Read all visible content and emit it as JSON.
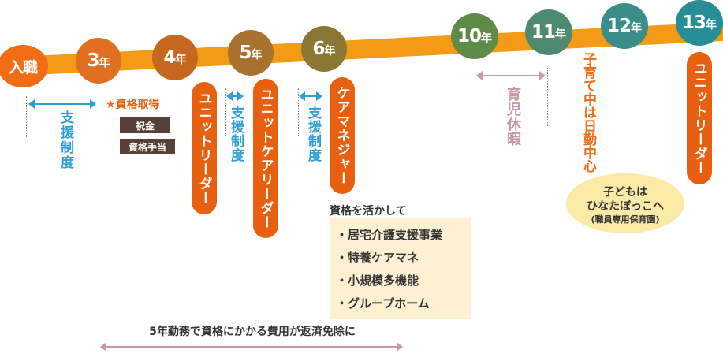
{
  "milestones": [
    {
      "num": "",
      "unit": "",
      "full": "入職",
      "color": "#f06c15"
    },
    {
      "num": "3",
      "unit": "年",
      "full": "",
      "color": "#e0701f"
    },
    {
      "num": "4",
      "unit": "年",
      "full": "",
      "color": "#c5671f"
    },
    {
      "num": "5",
      "unit": "年",
      "full": "",
      "color": "#a9712e"
    },
    {
      "num": "6",
      "unit": "年",
      "full": "",
      "color": "#8a7733"
    },
    {
      "num": "10",
      "unit": "年",
      "full": "",
      "color": "#5e8c48"
    },
    {
      "num": "11",
      "unit": "年",
      "full": "",
      "color": "#4e8a6f"
    },
    {
      "num": "12",
      "unit": "年",
      "full": "",
      "color": "#3a8d88"
    },
    {
      "num": "13",
      "unit": "年",
      "full": "",
      "color": "#278e97"
    }
  ],
  "support": {
    "label1": "支援制度",
    "label2": "支援制度",
    "label3": "支援制度"
  },
  "qualification": {
    "star": "★",
    "title": "資格取得",
    "box1": "祝金",
    "box2": "資格手当"
  },
  "pills": {
    "unit_leader": "ユニットリーダー",
    "unit_care_leader": "ユニットケアリーダー",
    "care_manager": "ケアマネジャー",
    "unit_leader_13": "ユニットリーダー"
  },
  "leave": {
    "label": "育児休暇"
  },
  "childcare": {
    "vertical": "子育て中は日勤中心",
    "bubble_line1": "子どもは",
    "bubble_line2": "ひなたぼっこへ",
    "bubble_line3": "(職員専用保育園)"
  },
  "career": {
    "heading": "資格を活かして",
    "items": [
      "・居宅介護支援事業",
      "・特養ケアマネ",
      "・小規模多機能",
      "・グループホーム"
    ]
  },
  "bottom_note": "5年勤務で資格にかかる費用が返済免除に",
  "colors": {
    "timeline": "#f39a16",
    "support_blue": "#2e9fd6",
    "leave_pink": "#c99aa4",
    "pill_orange": "#e85f10",
    "box_brown": "#5a3f36",
    "panel_cream": "#fdf0d3",
    "bubble_yellow": "#fbe9a6"
  }
}
